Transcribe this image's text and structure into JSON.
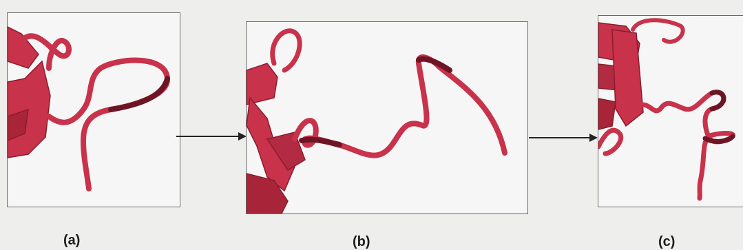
{
  "figure": {
    "panels": [
      {
        "id": "a",
        "caption": "(a)"
      },
      {
        "id": "b",
        "caption": "(b)"
      },
      {
        "id": "c",
        "caption": "(c)"
      }
    ]
  },
  "colors": {
    "ribbon": "#c8324a",
    "ribbon_dark": "#8a1c2e",
    "background": "#eeeeec",
    "arrow": "#222222"
  }
}
